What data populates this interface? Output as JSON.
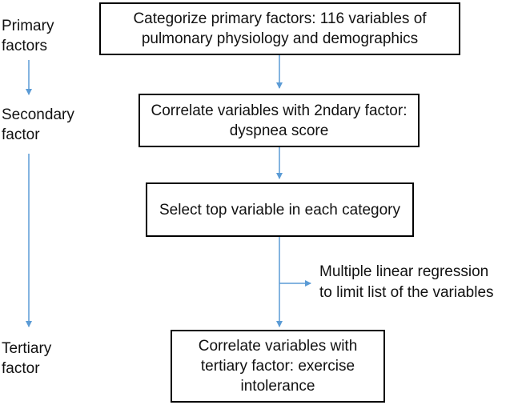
{
  "levels": {
    "primary": "Primary\nfactors",
    "secondary": "Secondary\nfactor",
    "tertiary": "Tertiary\nfactor"
  },
  "steps": [
    "Categorize primary factors: 116 variables of pulmonary physiology and demographics",
    "Correlate variables with 2ndary factor: dyspnea score",
    "Select top variable in each category",
    "Correlate variables with tertiary factor: exercise intolerance"
  ],
  "side_note": "Multiple linear regression\nto limit list of the variables",
  "colors": {
    "arrow": "#5b9bd5",
    "box_border": "#000000",
    "text": "#111111"
  }
}
